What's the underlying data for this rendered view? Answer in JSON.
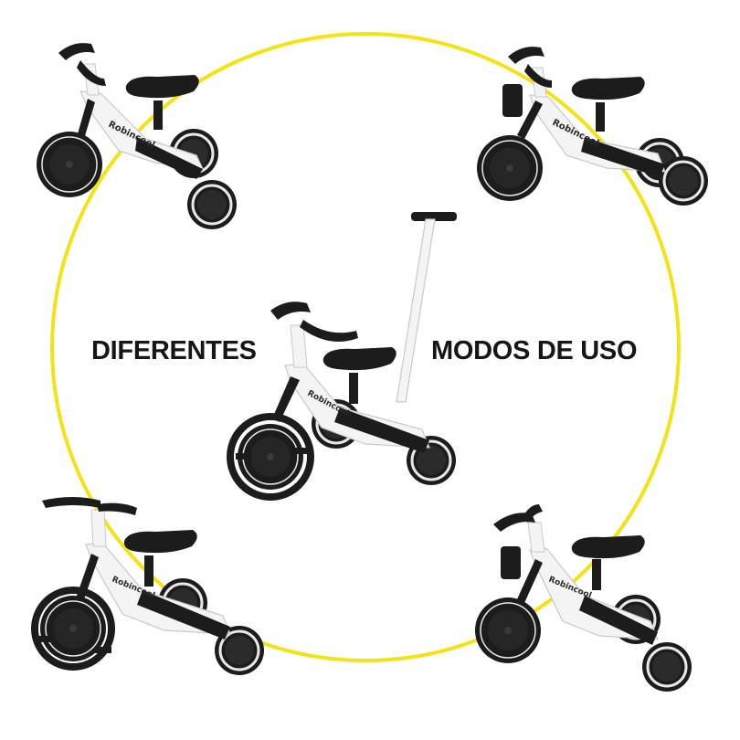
{
  "captions": {
    "left": "DIFERENTES",
    "right": "MODOS DE USO"
  },
  "brand_text": "Robincool",
  "colors": {
    "ring": "#f2e316",
    "frame": "#f4f4f4",
    "frame_outline": "#c9c9c9",
    "parts": "#1c1c1c",
    "tire_stripe": "#e8e8e8",
    "text": "#161616"
  },
  "icons": {
    "bike_top_left": "balance-bike-icon",
    "bike_top_right": "tricycle-icon",
    "bike_center": "push-tricycle-icon",
    "bike_bottom_left": "pedal-tricycle-icon",
    "bike_bottom_right": "tricycle-icon"
  }
}
